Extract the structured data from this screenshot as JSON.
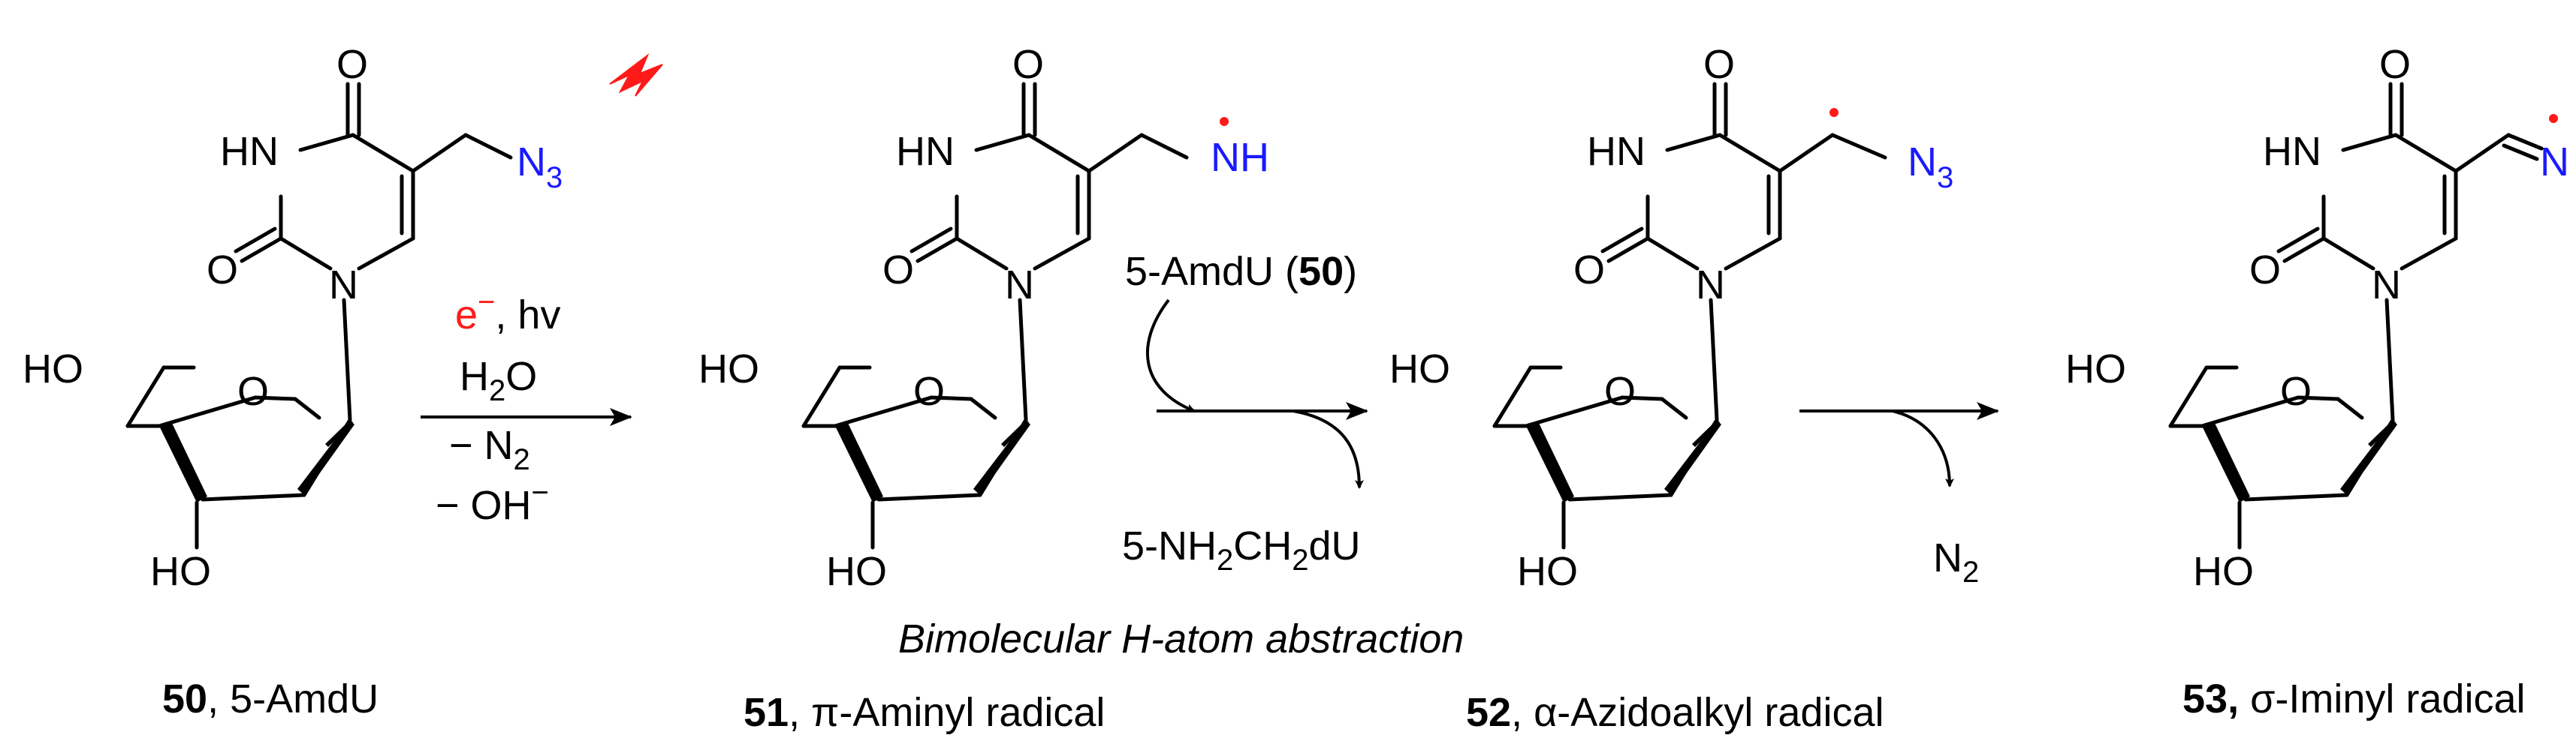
{
  "atoms": {
    "O": "O",
    "HN": "HN",
    "N": "N",
    "HO": "HO",
    "N3": "N",
    "N3_sub": "3",
    "NH": "NH"
  },
  "reaction1": {
    "reagent_electron": "e",
    "reagent_electron_sup": "−",
    "reagent_hv": ", hv",
    "reagent_water": "H",
    "reagent_water_sub": "2",
    "reagent_water_o": "O",
    "loss_n2": "− N",
    "loss_n2_sub": "2",
    "loss_oh": "− OH",
    "loss_oh_sup": "−"
  },
  "reaction2": {
    "reagent_prefix": "5-AmdU (",
    "reagent_num": "50",
    "reagent_suffix": ")",
    "product_a": "5-NH",
    "product_sub1": "2",
    "product_b": "CH",
    "product_sub2": "2",
    "product_c": "dU",
    "process_label": "Bimolecular H-atom abstraction"
  },
  "reaction3": {
    "loss": "N",
    "loss_sub": "2"
  },
  "captions": [
    {
      "num": "50",
      "text": ", 5-AmdU"
    },
    {
      "num": "51",
      "text": ", π-Aminyl radical"
    },
    {
      "num": "52",
      "text": ", α-Azidoalkyl radical"
    },
    {
      "num": "53,",
      "text": " σ-Iminyl radical"
    }
  ],
  "colors": {
    "substituent": "#1a1aff",
    "radical_dot": "#ff1a1a",
    "lightning": "#ff1a1a",
    "bonds": "#000000"
  },
  "icons": {
    "photolysis": "lightning-bolt-icon"
  }
}
